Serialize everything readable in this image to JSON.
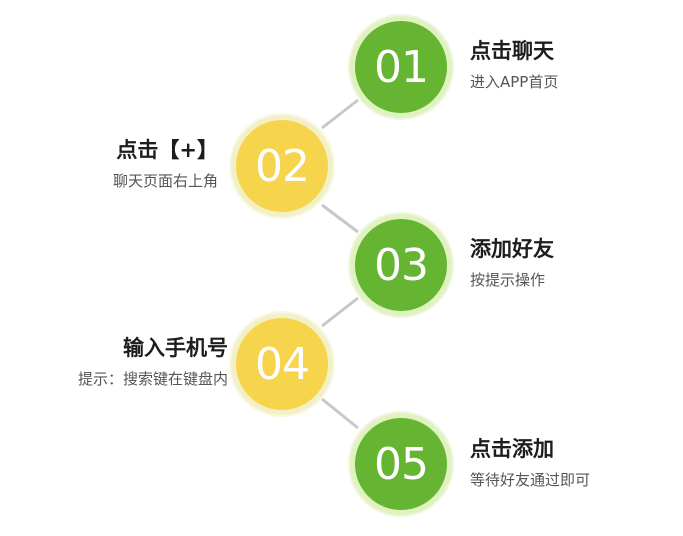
{
  "steps": [
    {
      "number": "01",
      "color": "#65b532",
      "title": "点击聊天",
      "subtitle": "进入APP首页"
    },
    {
      "number": "02",
      "color": "#f6d44c",
      "title": "点击【+】",
      "subtitle": "聊天页面右上角"
    },
    {
      "number": "03",
      "color": "#65b532",
      "title": "添加好友",
      "subtitle": "按提示操作"
    },
    {
      "number": "04",
      "color": "#f6d44c",
      "title": "输入手机号",
      "subtitle": "提示：搜索键在键盘内"
    },
    {
      "number": "05",
      "color": "#65b532",
      "title": "点击添加",
      "subtitle": "等待好友通过即可"
    }
  ],
  "connector_color": "#c8c8c8"
}
